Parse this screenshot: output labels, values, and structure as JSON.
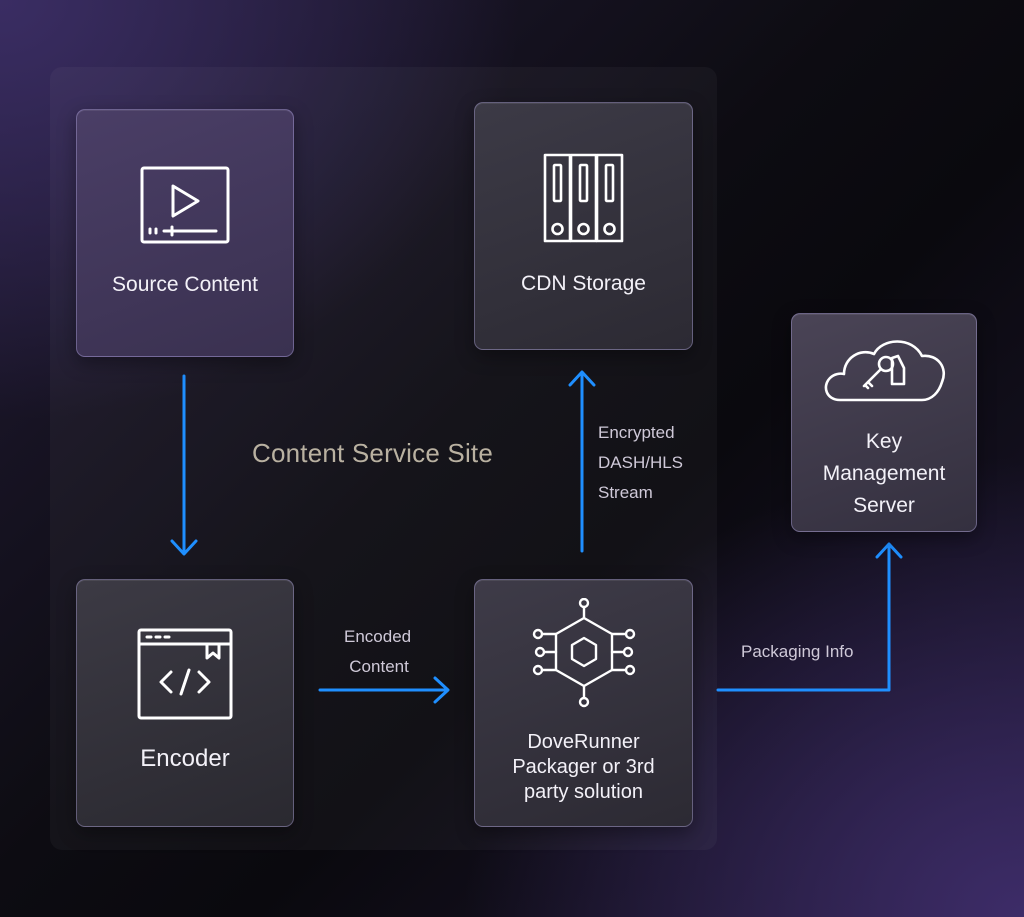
{
  "diagram": {
    "container_label": "Content Service Site",
    "nodes": {
      "source": {
        "label": "Source Content",
        "icon": "video-player-icon"
      },
      "cdn": {
        "label": "CDN Storage",
        "icon": "server-rack-icon"
      },
      "kms": {
        "label_lines": [
          "Key",
          "Management",
          "Server"
        ],
        "icon": "cloud-key-icon"
      },
      "encoder": {
        "label": "Encoder",
        "icon": "code-window-icon"
      },
      "packager": {
        "label_lines": [
          "DoveRunner",
          "Packager or 3rd",
          "party solution"
        ],
        "icon": "hexagon-network-icon"
      }
    },
    "edges": {
      "source_to_encoder": {
        "label": ""
      },
      "encoder_to_packager": {
        "label_lines": [
          "Encoded",
          "Content"
        ]
      },
      "packager_to_cdn": {
        "label_lines": [
          "Encrypted",
          "DASH/HLS",
          "Stream"
        ]
      },
      "packager_to_kms": {
        "label": "Packaging Info"
      }
    },
    "colors": {
      "arrow": "#1f8fff",
      "icon": "#ffffff"
    }
  }
}
